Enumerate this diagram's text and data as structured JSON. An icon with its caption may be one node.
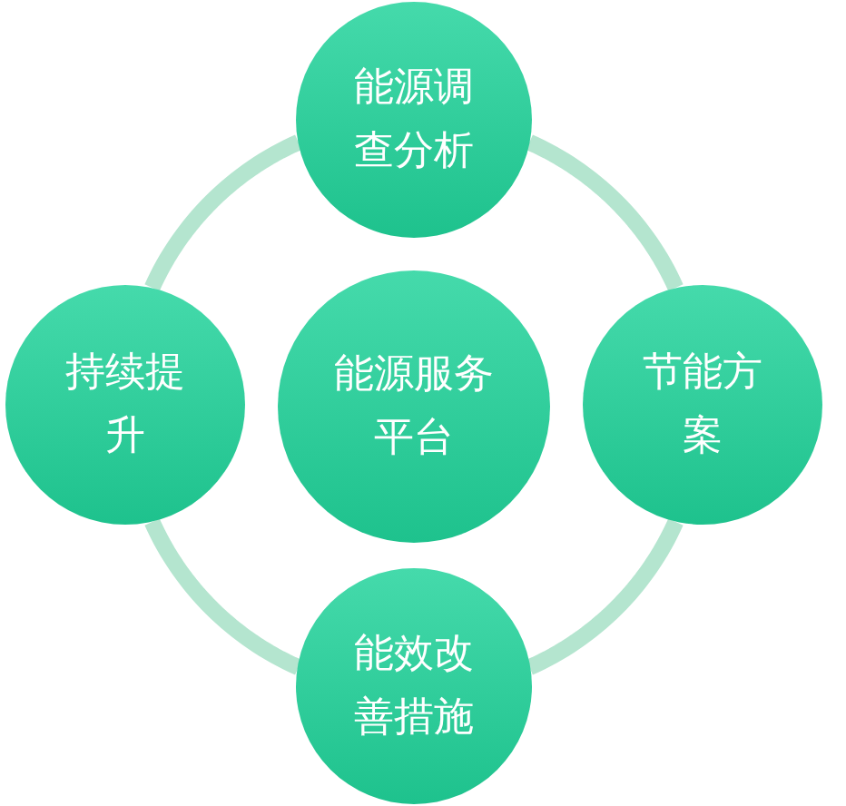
{
  "diagram": {
    "nodes": [
      {
        "text": [
          "能源调查分析"
        ]
      },
      {
        "text": [
          "持续提升"
        ]
      },
      {
        "text": [
          "能源服务平台"
        ]
      },
      {
        "text": [
          "节能方案"
        ]
      },
      {
        "text": [
          "能效改善措施"
        ]
      }
    ],
    "edges": [
      {
        "from": 0,
        "to": 3,
        "arrow": "none"
      },
      {
        "from": 3,
        "to": 4,
        "arrow": "none"
      },
      {
        "from": 4,
        "to": 1,
        "arrow": "none"
      },
      {
        "from": 1,
        "to": 0,
        "arrow": "none"
      }
    ]
  }
}
